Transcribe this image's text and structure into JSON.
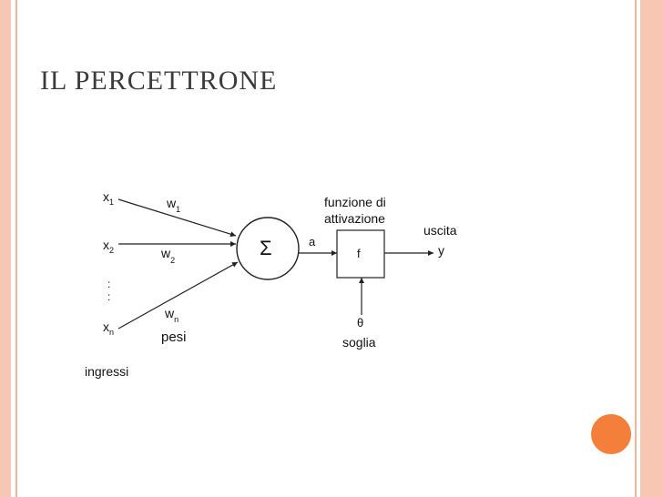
{
  "slide": {
    "title": "IL PERCETTRONE"
  },
  "diagram": {
    "inputs": {
      "x1": "x",
      "x1_sub": "1",
      "x2": "x",
      "x2_sub": "2",
      "xn": "x",
      "xn_sub": "n",
      "dots": ":"
    },
    "weights": {
      "w1": "w",
      "w1_sub": "1",
      "w2": "w",
      "w2_sub": "2",
      "wn": "w",
      "wn_sub": "n"
    },
    "labels": {
      "pesi": "pesi",
      "ingressi": "ingressi",
      "sum_symbol": "Σ",
      "a": "a",
      "activation_line1": "funzione di",
      "activation_line2": "attivazione",
      "f": "f",
      "uscita": "uscita",
      "y": "y",
      "theta": "θ",
      "soglia": "soglia"
    }
  },
  "colors": {
    "accent": "#f37f3a",
    "border": "#f7c7b4",
    "line": "#f2b39c"
  }
}
